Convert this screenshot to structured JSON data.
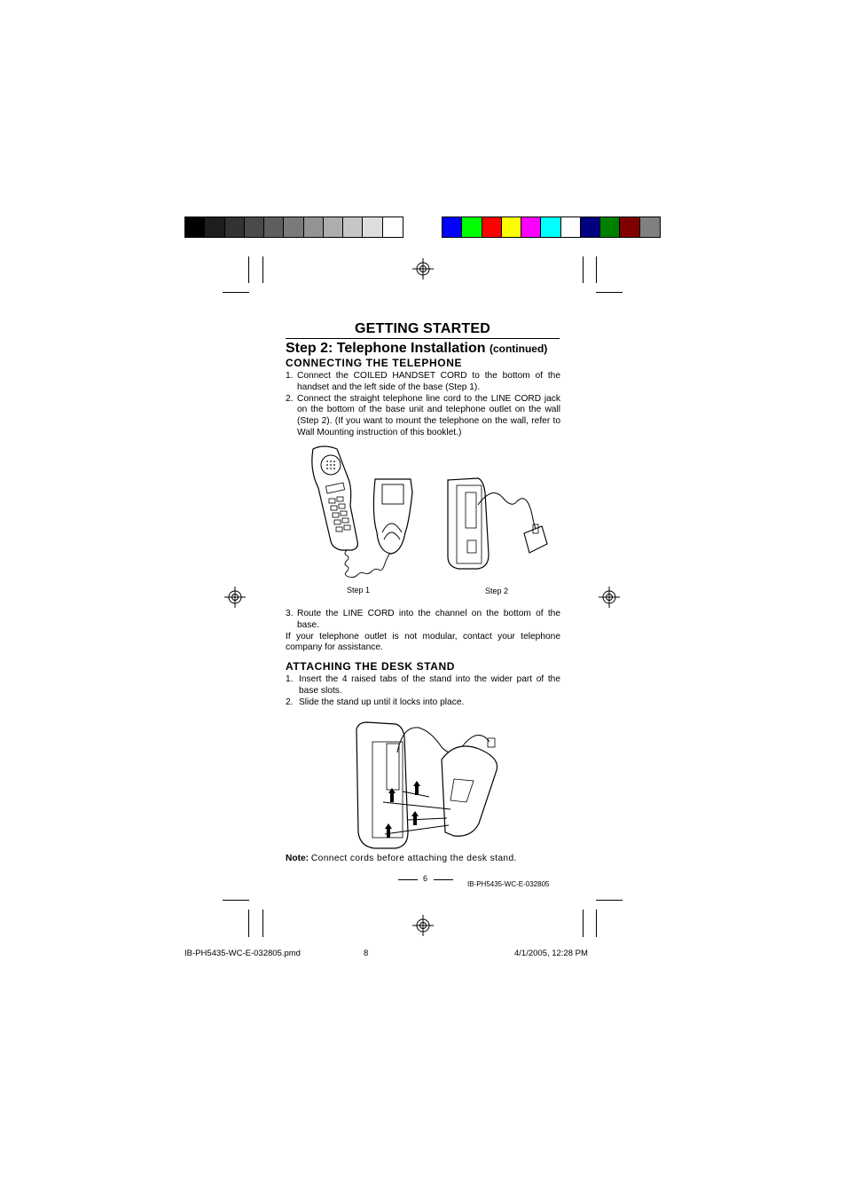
{
  "colorbars": {
    "grayscale": [
      "#000000",
      "#1e1e1e",
      "#333333",
      "#4a4a4a",
      "#5f5f5f",
      "#7a7a7a",
      "#939393",
      "#adadad",
      "#c6c6c6",
      "#dedede",
      "#ffffff"
    ],
    "colors": [
      "#0000ff",
      "#00ff00",
      "#ff0000",
      "#ffff00",
      "#ff00ff",
      "#00ffff",
      "#ffffff",
      "#000080",
      "#008000",
      "#800000",
      "#808080"
    ]
  },
  "page": {
    "title": "GETTING STARTED",
    "step_heading": "Step 2: Telephone Installation",
    "step_heading_suffix": "(continued)",
    "section1": {
      "heading": "CONNECTING THE TELEPHONE",
      "items": [
        {
          "num": "1.",
          "text": "Connect the COILED HANDSET CORD to the bottom of the handset and the left side of the base (Step 1)."
        },
        {
          "num": "2.",
          "text": "Connect the straight telephone line cord to the LINE CORD jack on the bottom of the base unit and telephone outlet on the wall (Step 2). (If you want to mount the telephone on the wall, refer to Wall Mounting instruction of this booklet.)"
        }
      ],
      "caption_step1": "Step 1",
      "caption_step2": "Step 2",
      "item3": {
        "num": "3.",
        "text": "Route the LINE CORD into the channel on the bottom of the base."
      },
      "note_para": "If your telephone outlet is not modular, contact your telephone company for assistance."
    },
    "section2": {
      "heading": "ATTACHING THE DESK STAND",
      "items": [
        {
          "num": "1.",
          "text": "Insert the 4 raised tabs of the stand into the wider part of the base slots."
        },
        {
          "num": "2.",
          "text": "Slide the stand up until it locks into place."
        }
      ],
      "note_label": "Note:",
      "note_text": "Connect cords before attaching the desk stand."
    },
    "page_number": "6",
    "doc_code": "IB-PH5435-WC-E-032805"
  },
  "slug": {
    "file": "IB-PH5435-WC-E-032805.pmd",
    "sheet": "8",
    "datetime": "4/1/2005, 12:28 PM"
  }
}
